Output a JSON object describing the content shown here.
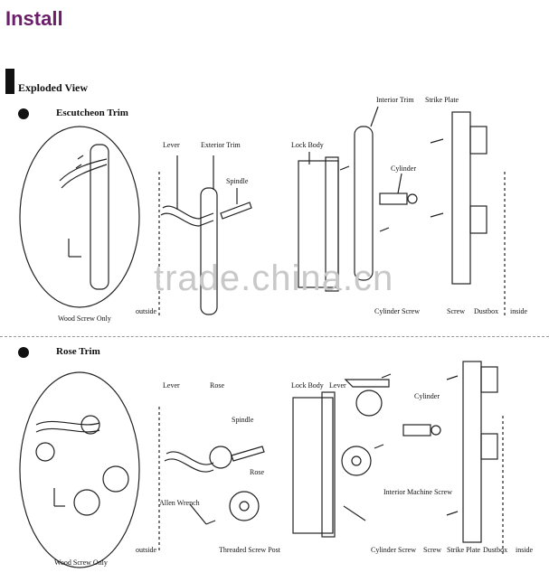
{
  "title": "Install",
  "section_title": "Exploded View",
  "escutcheon": {
    "heading": "Escutcheon Trim",
    "labels": {
      "lever": "Lever",
      "exterior_trim": "Exterior Trim",
      "spindle": "Spindle",
      "lock_body": "Lock Body",
      "interior_trim": "Interior Trim",
      "strike_plate": "Strike Plate",
      "cylinder": "Cylinder",
      "wood_screw_only": "Wood Screw Only",
      "outside": "outside",
      "cylinder_screw": "Cylinder Screw",
      "screw": "Screw",
      "dustbox": "Dustbox",
      "inside": "inside"
    }
  },
  "rose": {
    "heading": "Rose Trim",
    "labels": {
      "lever": "Lever",
      "rose": "Rose",
      "spindle": "Spindle",
      "rose2": "Rose",
      "lock_body": "Lock Body",
      "lever2": "Lever",
      "cylinder": "Cylinder",
      "allen_wrench": "Allen Wrench",
      "interior_machine_screw": "Interior Machine Screw",
      "wood_screw_only": "Wood Screw Only",
      "outside": "outside",
      "threaded_screw_post": "Threaded Screw Post",
      "cylinder_screw": "Cylinder Screw",
      "screw": "Screw",
      "strike_plate": "Strike Plate",
      "dustbox": "Dustbox",
      "inside": "inside"
    }
  },
  "watermark": "trade.china.cn"
}
